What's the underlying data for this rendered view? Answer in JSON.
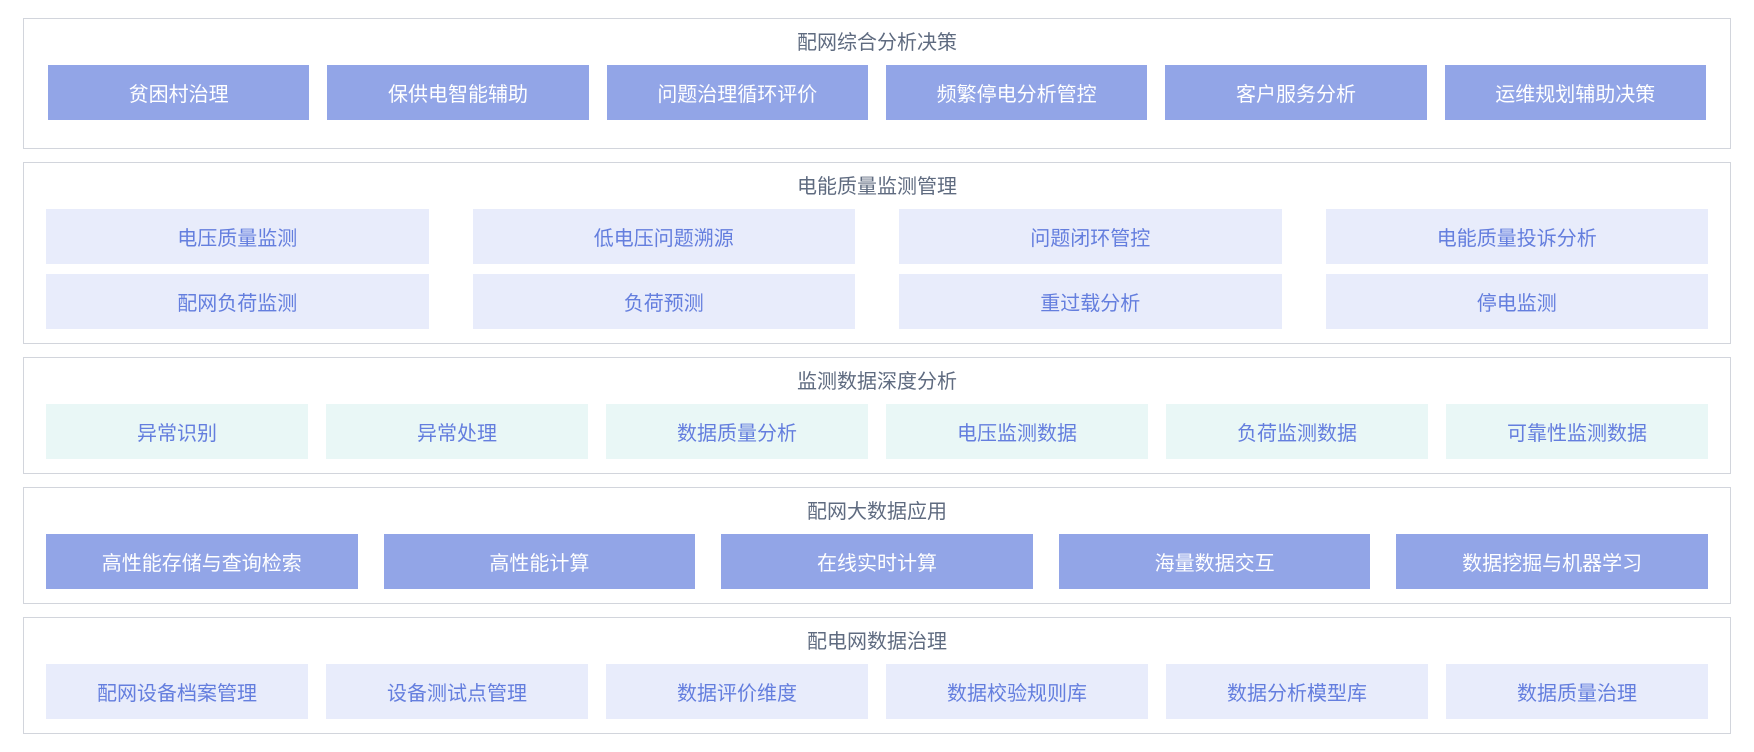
{
  "colors": {
    "solid_button_bg": "#92a5e7",
    "solid_button_text": "#ffffff",
    "lavender_button_bg": "#e8ecfb",
    "mint_button_bg": "#e9f7f6",
    "light_button_text": "#647ede",
    "panel_border": "#d2d5dc",
    "title_color": "#5f6b80",
    "page_bg": "#ffffff"
  },
  "sections": [
    {
      "id": "distribution-analysis-decision",
      "title": "配网综合分析决策",
      "style": "solid",
      "rows": [
        [
          "贫困村治理",
          "保供电智能辅助",
          "问题治理循环评价",
          "频繁停电分析管控",
          "客户服务分析",
          "运维规划辅助决策"
        ]
      ]
    },
    {
      "id": "power-quality-monitoring",
      "title": "电能质量监测管理",
      "style": "lavender",
      "rows": [
        [
          "电压质量监测",
          "低电压问题溯源",
          "问题闭环管控",
          "电能质量投诉分析"
        ],
        [
          "配网负荷监测",
          "负荷预测",
          "重过载分析",
          "停电监测"
        ]
      ]
    },
    {
      "id": "monitoring-data-deep-analysis",
      "title": "监测数据深度分析",
      "style": "mint",
      "rows": [
        [
          "异常识别",
          "异常处理",
          "数据质量分析",
          "电压监测数据",
          "负荷监测数据",
          "可靠性监测数据"
        ]
      ]
    },
    {
      "id": "distribution-big-data-application",
      "title": "配网大数据应用",
      "style": "solid",
      "rows": [
        [
          "高性能存储与查询检索",
          "高性能计算",
          "在线实时计算",
          "海量数据交互",
          "数据挖掘与机器学习"
        ]
      ]
    },
    {
      "id": "distribution-network-data-governance",
      "title": "配电网数据治理",
      "style": "lavender",
      "rows": [
        [
          "配网设备档案管理",
          "设备测试点管理",
          "数据评价维度",
          "数据校验规则库",
          "数据分析模型库",
          "数据质量治理"
        ]
      ]
    }
  ]
}
